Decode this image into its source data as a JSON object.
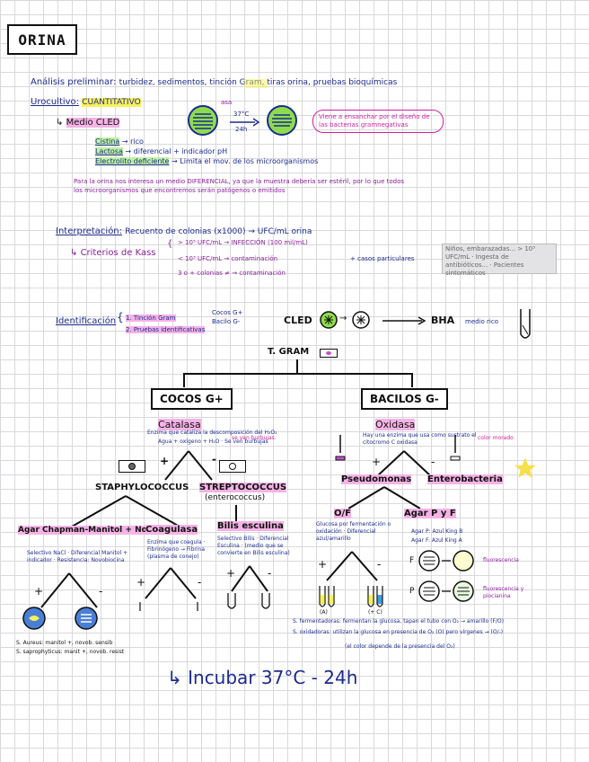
{
  "title": "ORINA",
  "analisis": {
    "label": "Análisis preliminar:",
    "items": "turbidez, sedimentos, tinción Gram, tiras orina, pruebas bioquímicas"
  },
  "urocultivo": {
    "label": "Urocultivo:",
    "type": "CUANTITATIVO",
    "asa_label": "asa",
    "arrow_label_top": "37°C",
    "arrow_label_bottom": "24h",
    "medio": "Medio CLED",
    "note": "Viene a ensanchar por el diseño de las bacterias gramnegativas",
    "cistina": "Cistina",
    "cistina_desc": "→ rico",
    "lactosa": "Lactosa",
    "lactosa_desc": "→ diferencial + indicador pH",
    "electrolito": "Electrolito deficiente",
    "electrolito_desc": "→ Limita el mov. de los microorganismos",
    "differential_note": "Para la orina nos interesa un medio DIFERENCIAL, ya que la muestra debería ser estéril, por lo que todos los microorganismos que encontremos serán patógenos o emitidos"
  },
  "interpretacion": {
    "label": "Interpretación:",
    "text": "Recuento de colonias (x1000) → UFC/mL orina",
    "criterios": "Criterios de Kass",
    "c1": "> 10⁵ UFC/mL → INFECCIÓN (100 mil/mL)",
    "c2": "< 10³ UFC/mL → contaminación",
    "c3": "3 o + colonias ≠ → contaminación",
    "casos": "+ casos particulares",
    "grey_note": "Niños, embarazadas... > 10³ UFC/mL · Ingesta de antibióticos... · Pacientes sintomáticos"
  },
  "identificacion": {
    "label": "Identificación",
    "i1": "1. Tinción Gram",
    "i2": "2. Pruebas identificativas",
    "cocos_g": "Cocos G+",
    "bacilo_g": "Bacilo G-",
    "cled": "CLED",
    "bha": "BHA",
    "medio_rico": "medio rico",
    "tgram": "T. GRAM"
  },
  "cocos": {
    "box": "COCOS G+",
    "catalasa": "Catalasa",
    "catalasa_note": "Enzima que cataliza la descomposición del H₂O₂",
    "catalasa_note2": "Agua + oxígeno + H₂O · Se ven burbujas",
    "burbujas": "se ven burbujas",
    "staph": "STAPHYLOCOCCUS",
    "strep": "STREPTOCOCCUS",
    "strep_sub": "(enterococcus)",
    "chapman": "Agar Chapman-Manitol + Novobiocina",
    "chapman_notes": "Selectivo NaCl · Diferencial Manitol + indicador · Resistencia: Novobiocina",
    "coagulasa": "Coagulasa",
    "coag_note": "Enzima que coagula · Fibrinógeno → Fibrina (plasma de conejo)",
    "bilis": "Bilis esculina",
    "bilis_note": "Selectivo Bilis · Diferencial Esculina · (medio que se convierte en Bilis esculina)",
    "saureus": "S. Aureus: manitol +, novob. sensib",
    "ssaprophyticus": "S. saprophyticus: manit +, novob. resist",
    "plus": "+",
    "minus": "-"
  },
  "bacilos": {
    "box": "BACILOS G-",
    "oxidasa": "Oxidasa",
    "oxidasa_note": "Hay una enzima que usa como sustrato el citocromo C oxidasa",
    "color_morado": "color morado",
    "pseudo": "Pseudomonas",
    "entero": "Enterobacteria",
    "of": "O/F",
    "of_note": "Glucosa por fermentación o oxidación · Diferencial azul/amarillo",
    "agar_pf": "Agar P y F",
    "agar_p": "Agar P: Azul King B",
    "agar_f": "Agar F: Azul King A",
    "fluor1": "fluorescencia",
    "fluor2": "fluorescencia y piocianina",
    "fermentadoras": "S. fermentadoras: fermentan la glucosa, tapan el tubo con O₂ → amarillo (F/O)",
    "oxidadoras": "S. oxidadoras: utilizan la glucosa en presencia de O₂ (O) pero vírgenes → (O/-)",
    "of_foot": "(el color depende de la presencia del O₂)",
    "abierto": "(A)",
    "cerrado": "(+ C)"
  },
  "incubar": "↳ Incubar 37°C - 24h",
  "colors": {
    "ink": "#1d2b8f",
    "purple": "#8a1f9b",
    "pink_highlight": "#f5b3e6",
    "yellow_highlight": "#f8f15a",
    "green_highlight": "#bff2a0",
    "plate_green": "#8edc4e",
    "star": "#f6e04b"
  }
}
